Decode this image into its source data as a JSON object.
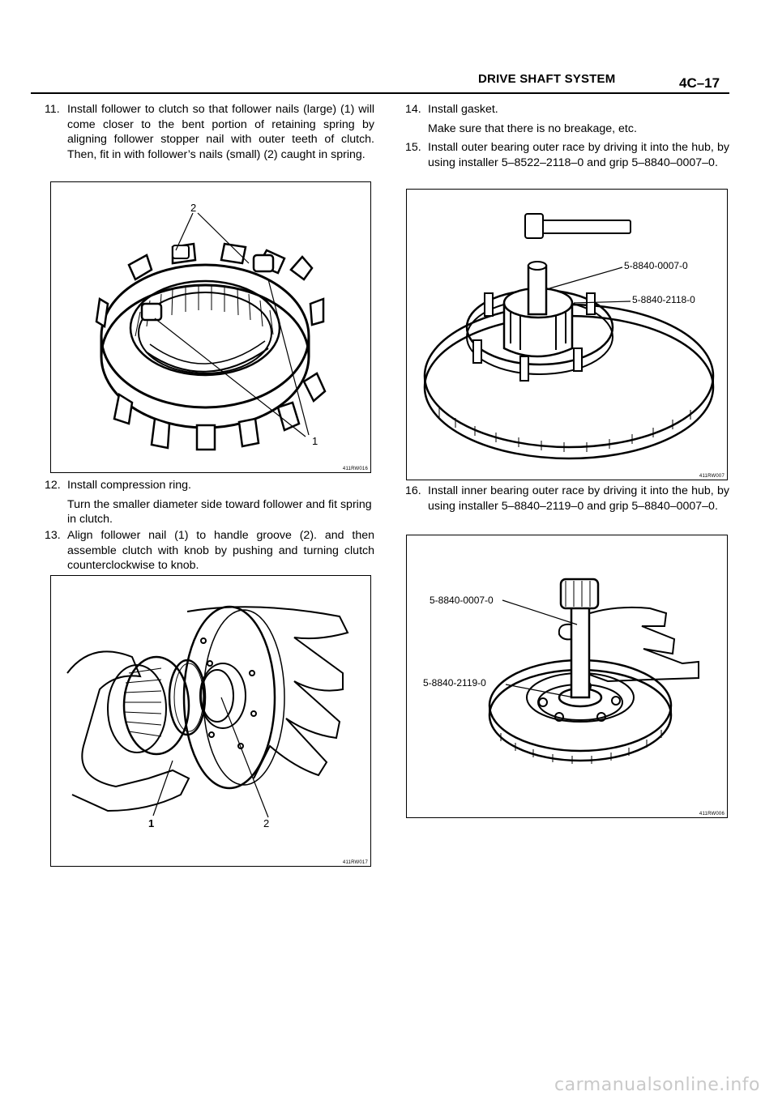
{
  "header": {
    "title": "DRIVE SHAFT SYSTEM",
    "page_number": "4C–17"
  },
  "steps": {
    "s11": {
      "number": "11.",
      "text": "Install follower to clutch so that follower nails (large) (1) will come closer to the bent portion of retaining spring by aligning follower stopper nail with outer teeth of clutch. Then, fit in with follower’s nails (small) (2) caught in spring."
    },
    "s12": {
      "number": "12.",
      "text": "Install compression ring.",
      "note": "Turn the smaller diameter side toward follower and fit spring in clutch."
    },
    "s13": {
      "number": "13.",
      "text": "Align follower nail (1) to handle groove (2). and then assemble clutch with knob by pushing and turning clutch counterclockwise to knob."
    },
    "s14": {
      "number": "14.",
      "text": "Install gasket.",
      "note": "Make sure that there is no breakage, etc."
    },
    "s15": {
      "number": "15.",
      "text": "Install outer bearing outer race by driving it into the hub, by using installer 5–8522–2118–0 and grip 5–8840–0007–0."
    },
    "s16": {
      "number": "16.",
      "text": "Install inner bearing outer race by driving it into the hub, by using installer 5–8840–2119–0 and grip 5–8840–0007–0."
    }
  },
  "figures": {
    "fig_016": {
      "code": "411RW016",
      "callouts": {
        "one": "1",
        "two": "2"
      }
    },
    "fig_017": {
      "code": "411RW017",
      "callouts": {
        "one": "1",
        "two": "2"
      }
    },
    "fig_007": {
      "code": "411RW007",
      "callouts": {
        "grip": "5-8840-0007-0",
        "installer": "5-8840-2118-0"
      }
    },
    "fig_006": {
      "code": "411RW006",
      "callouts": {
        "grip": "5-8840-0007-0",
        "installer": "5-8840-2119-0"
      }
    }
  },
  "watermark": "carmanualsonline.info"
}
